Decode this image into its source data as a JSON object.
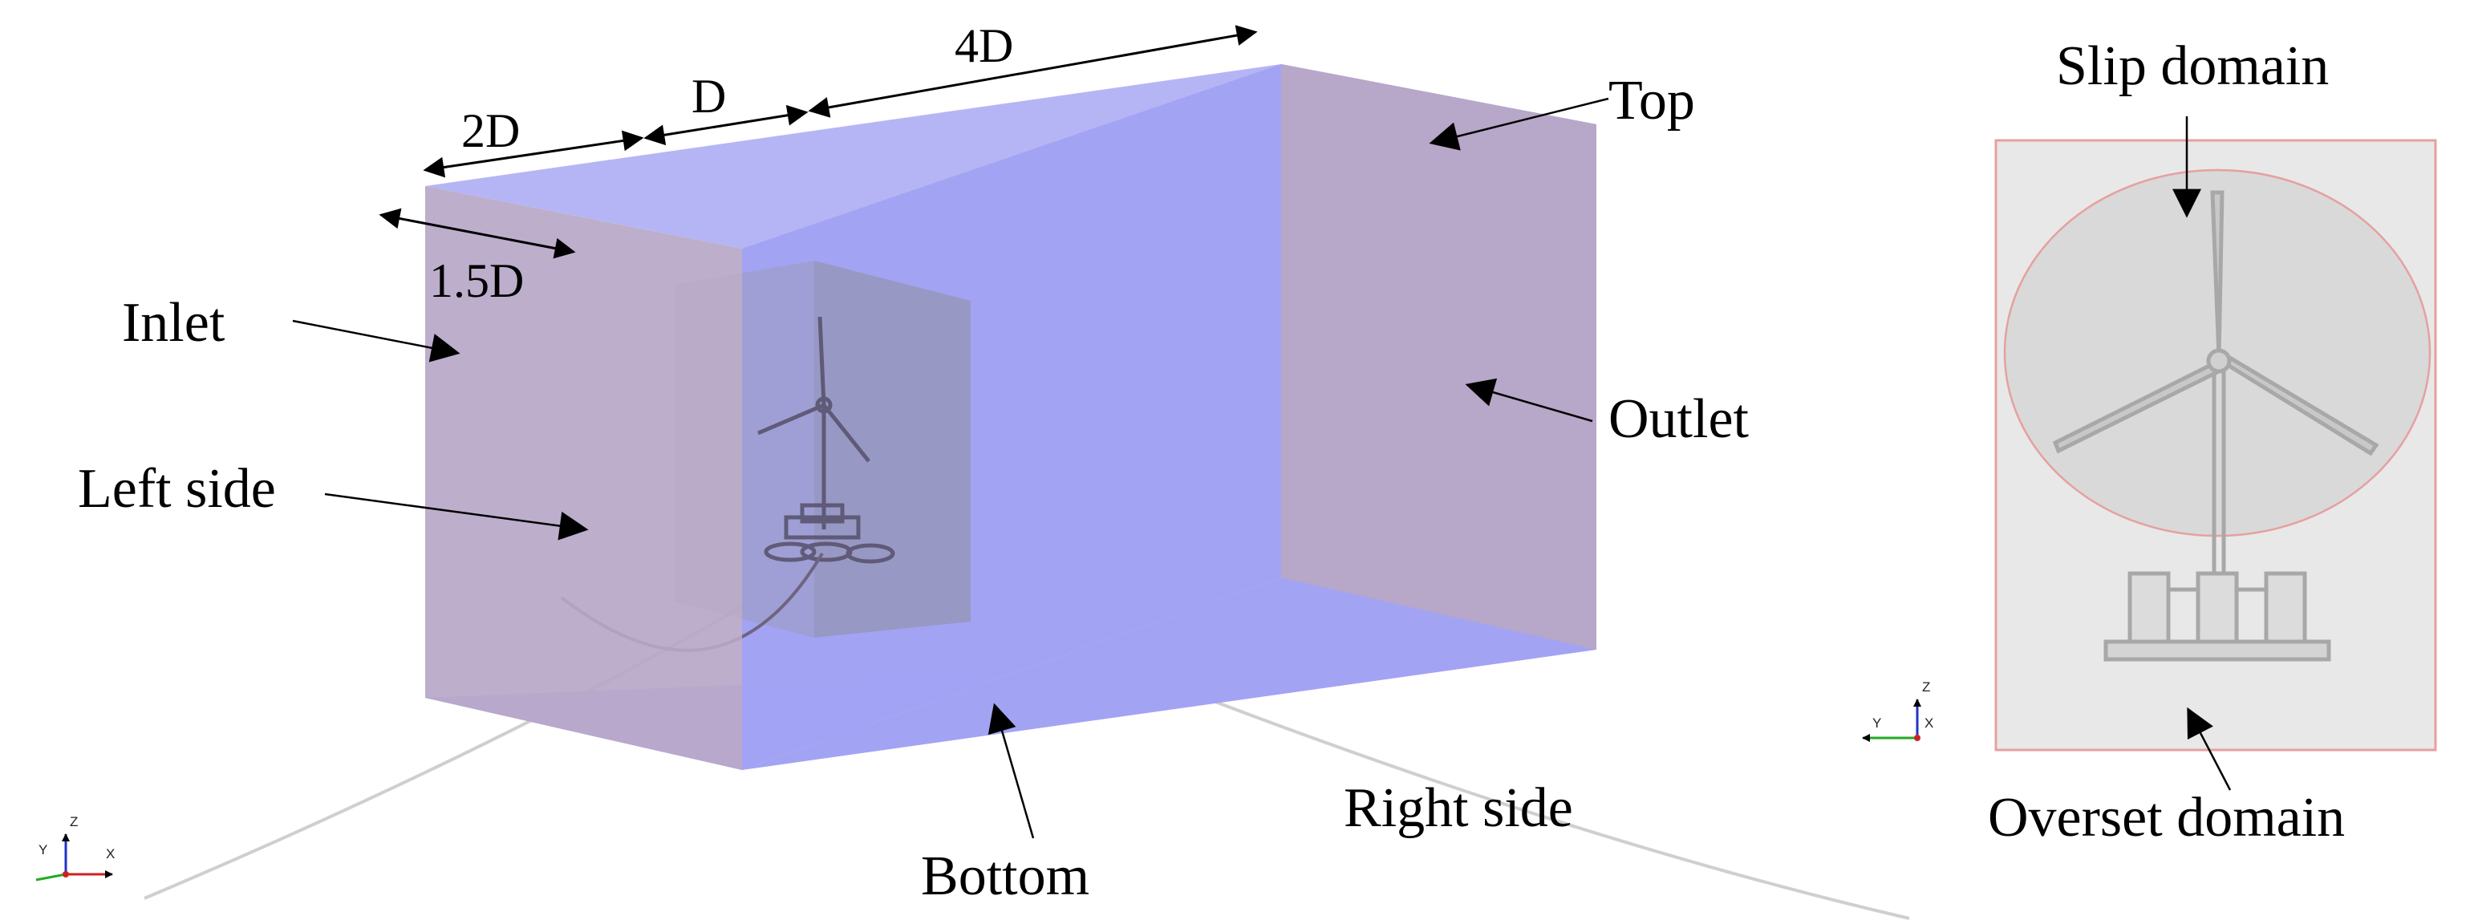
{
  "dimensions": {
    "d_2d": "2D",
    "d_d": "D",
    "d_4d": "4D",
    "d_15d": "1.5D"
  },
  "boundaries": {
    "inlet": "Inlet",
    "left_side": "Left side",
    "top": "Top",
    "outlet": "Outlet",
    "bottom": "Bottom",
    "right_side": "Right side"
  },
  "detail_view": {
    "slip_domain": "Slip domain",
    "overset_domain": "Overset domain"
  },
  "axes": {
    "z": "Z",
    "y": "Y",
    "x": "X"
  },
  "colors": {
    "domain_blue": "#a3a3f4",
    "face_mauve": "#b7a7c8",
    "overset_gray": "#e8e8e8",
    "overset_border": "#e6a0a0"
  }
}
